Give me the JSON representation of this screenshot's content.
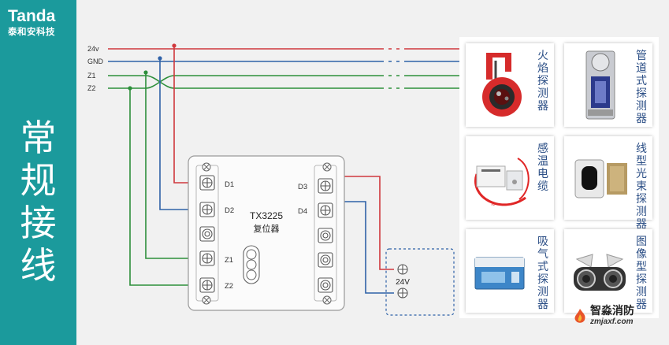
{
  "brand": {
    "name_en": "Tanda",
    "name_cn": "泰和安科技"
  },
  "title_chars": [
    "常",
    "规",
    "接",
    "线"
  ],
  "bus_lines": [
    {
      "label": "24v",
      "color": "#d0383d"
    },
    {
      "label": "GND",
      "color": "#2f62a8"
    },
    {
      "label": "Z1",
      "color": "#2d8f3b"
    },
    {
      "label": "Z2",
      "color": "#2d8f3b"
    }
  ],
  "module": {
    "model": "TX3225",
    "name": "复位器",
    "left_terminals": [
      "D1",
      "D2",
      "",
      "Z1",
      "Z2"
    ],
    "right_terminals": [
      "D3",
      "D4",
      "",
      "",
      ""
    ]
  },
  "power_box": {
    "label": "24V"
  },
  "detectors": [
    {
      "name": "火焰探测器",
      "icon": "flame-detector-image"
    },
    {
      "name": "管道式探测器",
      "icon": "duct-detector-image"
    },
    {
      "name": "感温电缆",
      "icon": "heat-cable-image"
    },
    {
      "name": "线型光束探测器",
      "icon": "beam-detector-image"
    },
    {
      "name": "吸气式探测器",
      "icon": "aspirating-detector-image"
    },
    {
      "name": "图像型探测器",
      "icon": "image-detector-image"
    }
  ],
  "watermark": {
    "name": "智淼消防",
    "url": "zmjaxf.com"
  }
}
